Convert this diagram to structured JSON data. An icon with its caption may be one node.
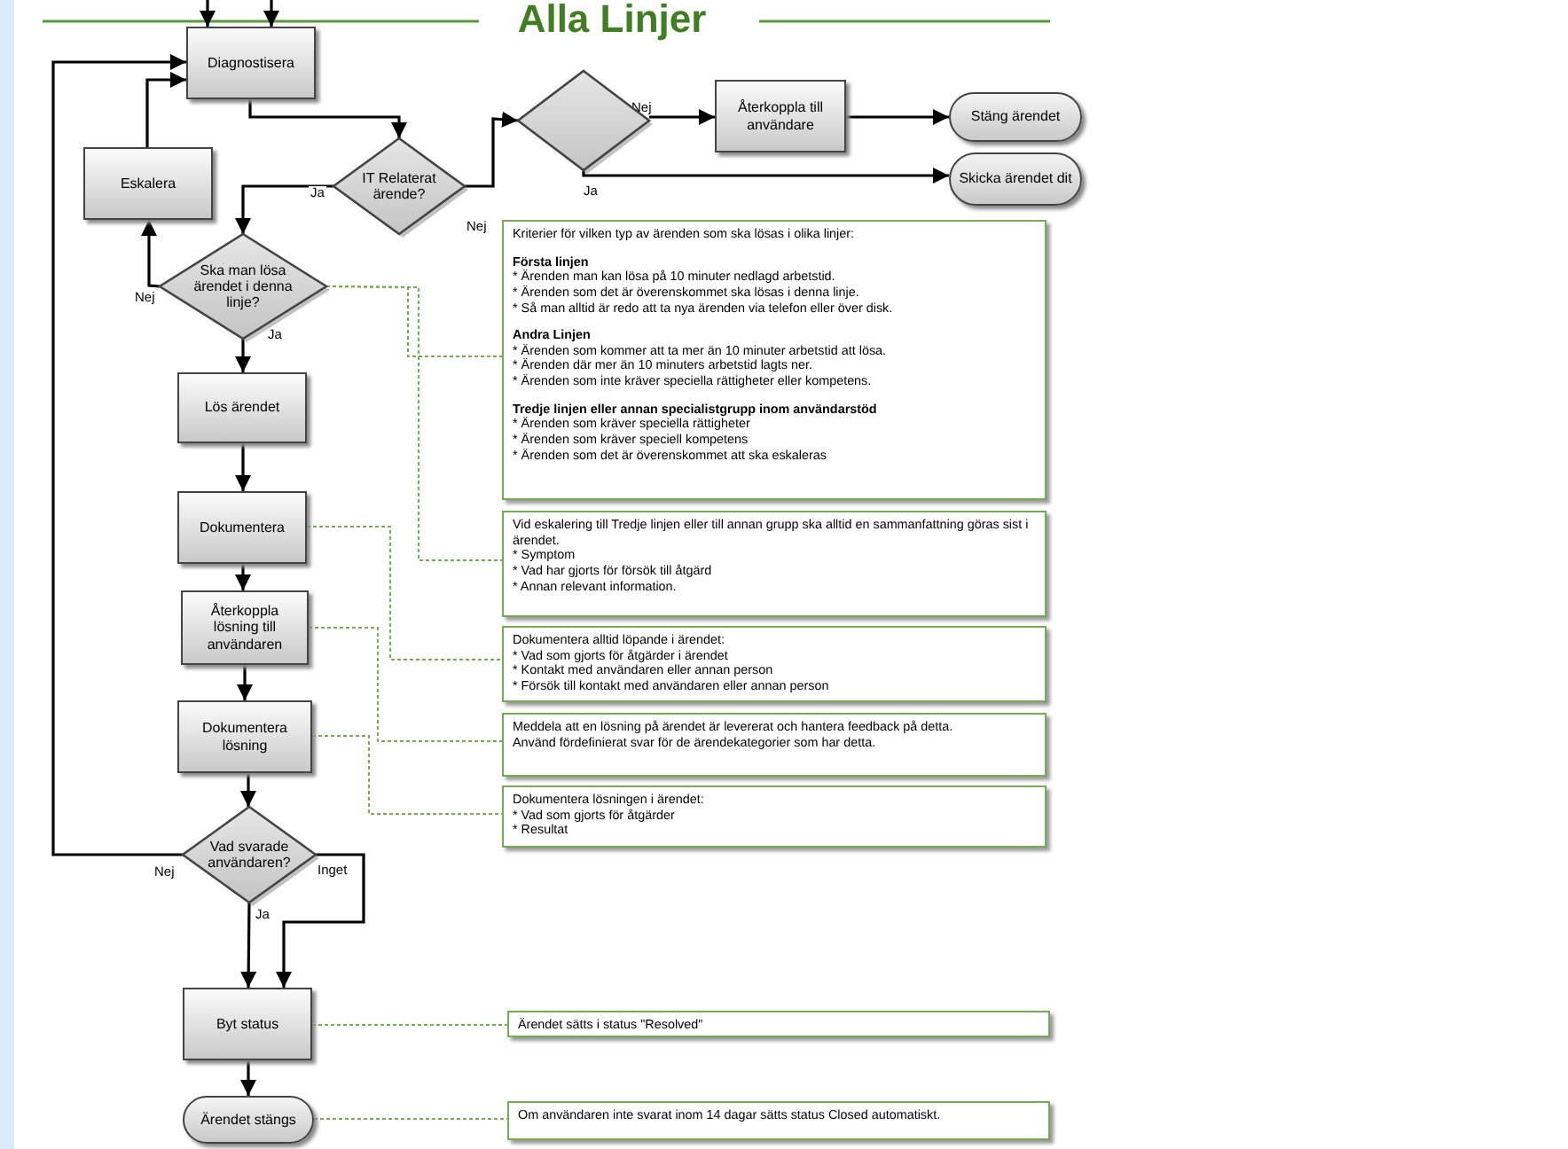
{
  "diagram": {
    "title": "Alla Linjer",
    "nodes": [
      {
        "text": [
          "Diagnostisera"
        ]
      },
      {
        "text": [
          "Eskalera"
        ]
      },
      {
        "text": [
          "IT Relaterat ärende?"
        ]
      },
      {
        "text": [],
        "shape": "diamond"
      },
      {
        "text": [
          "Återkoppla till användare"
        ]
      },
      {
        "text": [
          "Stäng ärendet"
        ]
      },
      {
        "text": [
          "Skicka ärendet dit"
        ]
      },
      {
        "text": [
          "Ska man lösa ärendet i denna linje?"
        ]
      },
      {
        "text": [
          "Lös ärendet"
        ]
      },
      {
        "text": [
          "Dokumentera"
        ]
      },
      {
        "text": [
          "Återkoppla lösning till användaren"
        ]
      },
      {
        "text": [
          "Dokumentera lösning"
        ]
      },
      {
        "text": [
          "Vad svarade användaren?"
        ]
      },
      {
        "text": [
          "Byt status"
        ]
      },
      {
        "text": [
          "Ärendet stängs"
        ]
      },
      {
        "text": [
          "Kriterier för vilken typ av ärenden som ska lösas i olika linjer:",
          "Första linjen",
          "* Ärenden man kan lösa på 10 minuter nedlagd arbetstid.",
          "* Ärenden som det är överenskommet ska lösas i denna linje.",
          "* Så man alltid är redo att ta nya ärenden via telefon eller över disk.",
          "Andra Linjen",
          "* Ärenden som kommer att ta mer än 10 minuter arbetstid att lösa.",
          "* Ärenden där mer än 10 minuters arbetstid lagts ner.",
          "* Ärenden som inte kräver speciella rättigheter eller kompetens.",
          "Tredje linjen eller annan specialistgrupp inom användarstöd",
          "* Ärenden som kräver speciella rättigheter",
          "* Ärenden som kräver speciell kompetens",
          "* Ärenden som det är överenskommet att ska eskaleras"
        ]
      },
      {
        "text": [
          "Vid eskalering till Tredje linjen eller till annan grupp ska alltid en sammanfattning göras sist i ärendet.",
          "* Symptom",
          "* Vad har gjorts för försök till åtgärd",
          "* Annan relevant information."
        ]
      },
      {
        "text": [
          "Dokumentera alltid löpande i ärendet:",
          "* Vad som gjorts för åtgärder i ärendet",
          "* Kontakt med användaren eller annan person",
          "* Försök till kontakt med användaren eller annan person"
        ]
      },
      {
        "text": [
          "Meddela att en lösning på ärendet är levererat och hantera feedback på detta.",
          "Använd fördefinierat svar för de ärendekategorier som har detta."
        ]
      },
      {
        "text": [
          "Dokumentera lösningen i ärendet:",
          "* Vad som gjorts för åtgärder",
          "* Resultat"
        ]
      },
      {
        "text": [
          "Ärendet sätts i status \"Resolved\""
        ]
      },
      {
        "text": [
          "Om användaren inte svarat inom 14 dagar sätts status Closed automatiskt."
        ]
      }
    ],
    "edges": [
      {
        "from": null,
        "to": 0,
        "arrow": "to"
      },
      {
        "from": null,
        "to": 0,
        "arrow": "to"
      },
      {
        "from": 0,
        "to": 2,
        "arrow": "to"
      },
      {
        "from": 2,
        "to": 3,
        "arrow": "to",
        "label": "Nej"
      },
      {
        "from": 2,
        "to": 7,
        "arrow": "to",
        "label": "Ja"
      },
      {
        "from": 3,
        "to": 4,
        "arrow": "to",
        "label": "Nej"
      },
      {
        "from": 4,
        "to": 5,
        "arrow": "to"
      },
      {
        "from": 3,
        "to": 6,
        "arrow": "to",
        "label": "Ja"
      },
      {
        "from": 7,
        "to": 1,
        "arrow": "to",
        "label": "Nej"
      },
      {
        "from": 1,
        "to": 0,
        "arrow": "to"
      },
      {
        "from": 7,
        "to": 8,
        "arrow": "to",
        "label": "Ja"
      },
      {
        "from": 8,
        "to": 9,
        "arrow": "to"
      },
      {
        "from": 9,
        "to": 10,
        "arrow": "to"
      },
      {
        "from": 10,
        "to": 11,
        "arrow": "to"
      },
      {
        "from": 11,
        "to": 12,
        "arrow": "to"
      },
      {
        "from": 12,
        "to": 0,
        "arrow": "to",
        "label": "Nej"
      },
      {
        "from": 12,
        "to": 13,
        "arrow": "to",
        "label": "Ja"
      },
      {
        "from": 12,
        "to": 13,
        "arrow": "to",
        "label": "Inget"
      },
      {
        "from": 13,
        "to": 14,
        "arrow": "to"
      },
      {
        "from": 7,
        "to": 15,
        "arrow": "none",
        "style": "dashed",
        "color": "#77aa55"
      },
      {
        "from": 7,
        "to": 16,
        "arrow": "none",
        "style": "dashed",
        "color": "#77aa55"
      },
      {
        "from": 9,
        "to": 17,
        "arrow": "none",
        "style": "dashed",
        "color": "#77aa55"
      },
      {
        "from": 10,
        "to": 18,
        "arrow": "none",
        "style": "dashed",
        "color": "#77aa55"
      },
      {
        "from": 11,
        "to": 19,
        "arrow": "none",
        "style": "dashed",
        "color": "#77aa55"
      },
      {
        "from": 13,
        "to": 20,
        "arrow": "none",
        "style": "dashed",
        "color": "#77aa55"
      },
      {
        "from": 14,
        "to": 21,
        "arrow": "none",
        "style": "dashed",
        "color": "#77aa55"
      }
    ]
  }
}
